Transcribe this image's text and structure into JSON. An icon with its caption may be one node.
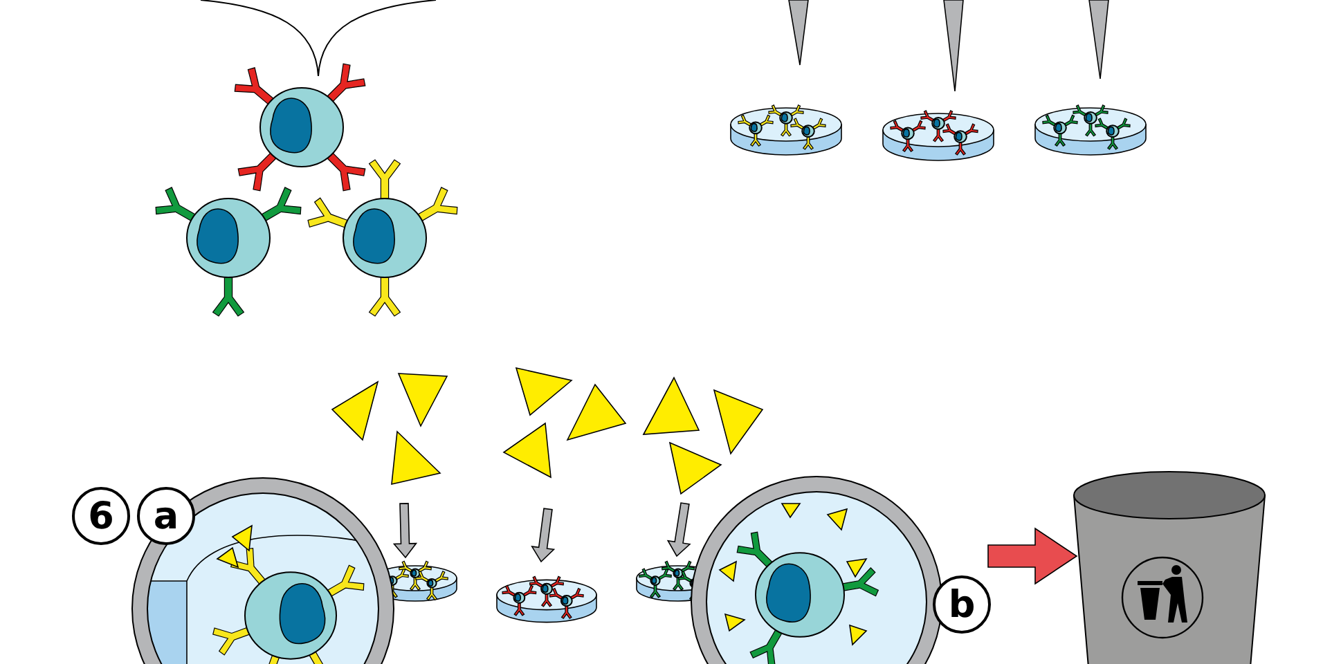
{
  "diagram": {
    "nodes": [
      {
        "text": [
          "6"
        ]
      },
      {
        "text": [
          "a"
        ]
      },
      {
        "text": [
          "b"
        ]
      },
      {
        "text": [],
        "shape": "cylinder"
      }
    ],
    "edges": [
      {
        "from": 2,
        "to": 3,
        "arrow": "to",
        "style": "thick",
        "color": "#e84c4f"
      }
    ]
  }
}
